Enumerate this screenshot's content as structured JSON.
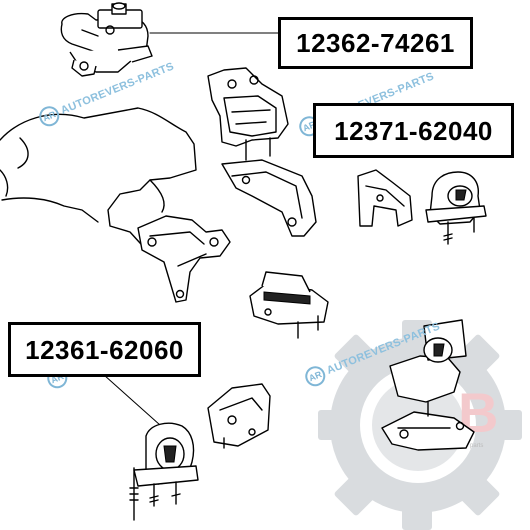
{
  "labels": {
    "top_right": "12362-74261",
    "middle_right": "12371-62040",
    "left_middle": "12361-62060"
  },
  "watermark": {
    "brand_text": "AUTOREVERS-PARTS",
    "brand_logo": "AR",
    "color": "#8dc0de"
  },
  "background_gear": {
    "icon": "gear-icon",
    "color": "#d9dcdf",
    "accent_color": "#f3c9cc"
  }
}
